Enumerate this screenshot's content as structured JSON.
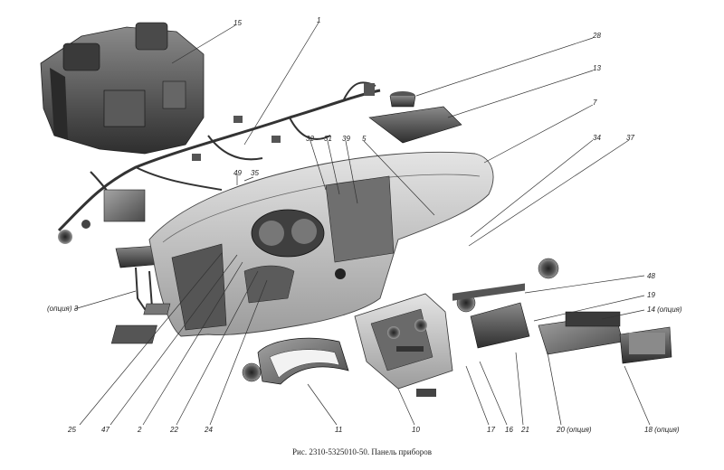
{
  "caption": "Рис. 2310-5325010-50. Панель приборов",
  "callouts": {
    "c1": "1",
    "c2": "2",
    "c3": "(опция) 3",
    "c5": "5",
    "c7": "7",
    "c10": "10",
    "c11": "11",
    "c13": "13",
    "c14": "14 (опция)",
    "c15": "15",
    "c16": "16",
    "c17": "17",
    "c18": "18 (опция)",
    "c19": "19",
    "c20": "20 (опция)",
    "c21": "21",
    "c22": "22",
    "c24": "24",
    "c25": "25",
    "c28": "28",
    "c31": "31",
    "c32": "32",
    "c34": "34",
    "c35": "35",
    "c37": "37",
    "c39": "39",
    "c47": "47",
    "c48": "48",
    "c49": "49"
  }
}
